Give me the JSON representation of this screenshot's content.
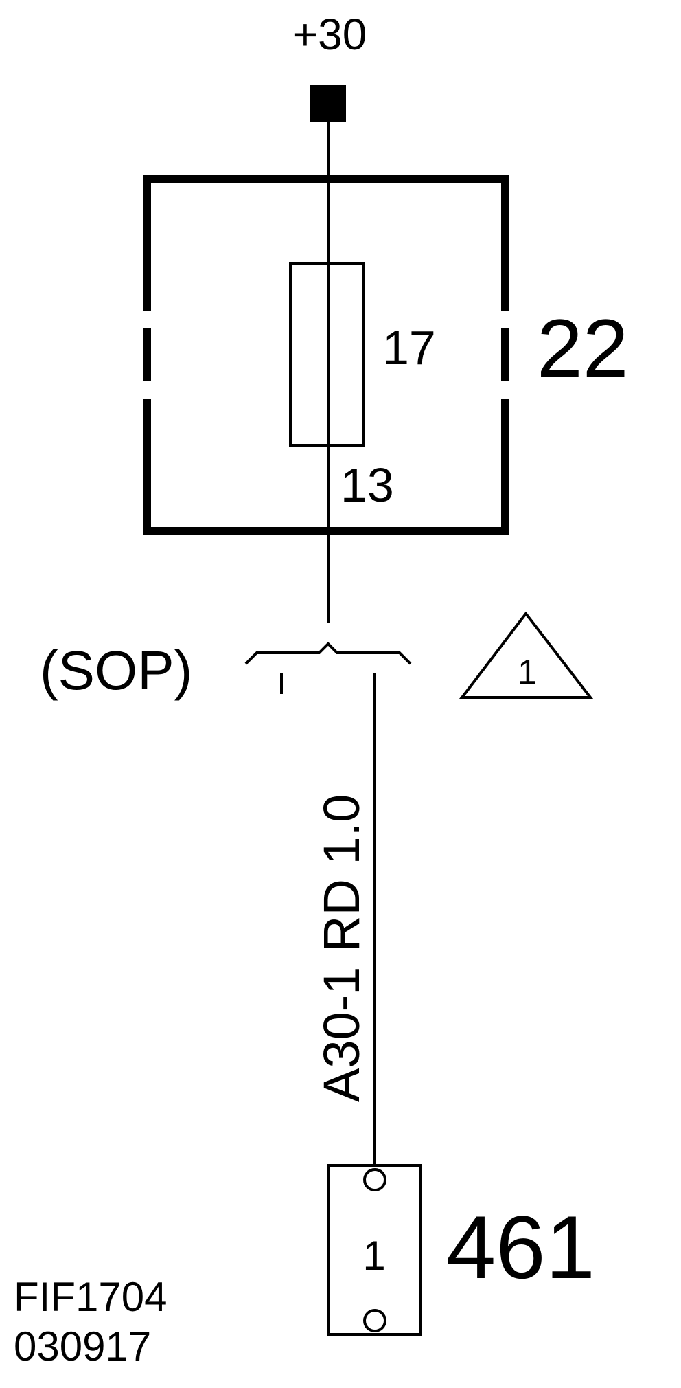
{
  "supply": {
    "label": "+30"
  },
  "fuse_box": {
    "id_label": "22"
  },
  "fuse": {
    "pin_top": "17",
    "pin_bottom": "13"
  },
  "splice": {
    "label": "(SOP)"
  },
  "note": {
    "number": "1"
  },
  "wire": {
    "label": "A30-1 RD 1.0"
  },
  "connector": {
    "pin": "1",
    "id_label": "461"
  },
  "footer": {
    "code": "FIF1704",
    "date": "030917"
  },
  "colors": {
    "ink": "#000000",
    "background": "#ffffff"
  }
}
